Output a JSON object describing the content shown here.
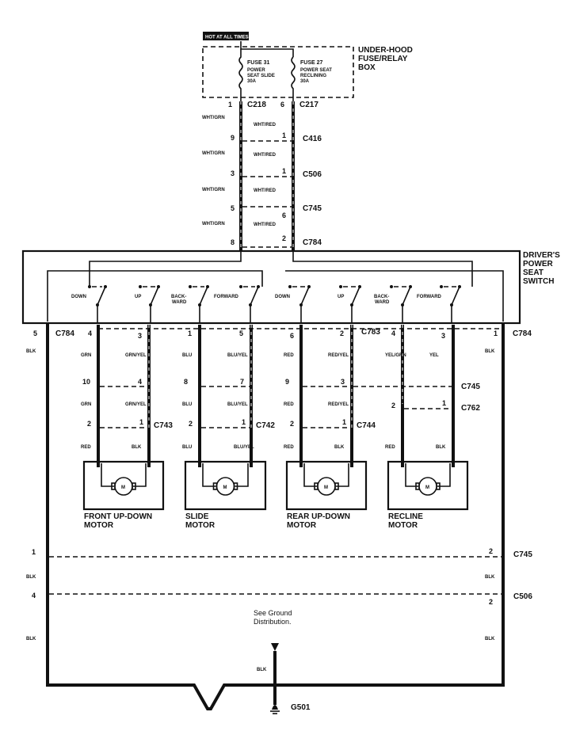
{
  "header": {
    "banner": "HOT AT ALL TIMES"
  },
  "fuse_box": {
    "label_lines": [
      "UNDER-HOOD",
      "FUSE/RELAY",
      "BOX"
    ],
    "fuses": [
      {
        "name": "FUSE 31",
        "desc_lines": [
          "POWER",
          "SEAT SLIDE",
          "30A"
        ]
      },
      {
        "name": "FUSE 27",
        "desc_lines": [
          "POWER SEAT",
          "RECLINING",
          "30A"
        ]
      }
    ]
  },
  "feed_wires": {
    "left_color": "WHT/GRN",
    "right_color": "WHT/RED",
    "connectors": [
      {
        "name": "C218",
        "left_pin": "1",
        "right_pin": "",
        "name2": "C217",
        "right_pin_alt": "6"
      },
      {
        "name": "C416",
        "left_pin": "9",
        "right_pin": "1"
      },
      {
        "name": "C506",
        "left_pin": "3",
        "right_pin": "1"
      },
      {
        "name": "C745",
        "left_pin": "5",
        "right_pin": "6"
      },
      {
        "name": "C784",
        "left_pin": "8",
        "right_pin": "2"
      }
    ]
  },
  "switch": {
    "label_lines": [
      "DRIVER'S",
      "POWER",
      "SEAT",
      "SWITCH"
    ],
    "positions": [
      "DOWN",
      "UP",
      "BACK-",
      "FORWARD",
      "DOWN",
      "UP",
      "BACK-",
      "FORWARD"
    ],
    "positions_line2": [
      "",
      "",
      "WARD",
      "",
      "",
      "",
      "WARD",
      ""
    ]
  },
  "switch_outputs": {
    "connector_left": "C784",
    "connector_mid": "C783",
    "connector_right": "C784",
    "pins": [
      "5",
      "4",
      "3",
      "1",
      "5",
      "6",
      "2",
      "4",
      "3",
      "1"
    ]
  },
  "motor_circuits": [
    {
      "motor": [
        "FRONT UP-DOWN",
        "MOTOR"
      ],
      "top_pins": [
        "4",
        "3"
      ],
      "wires_upper": [
        "GRN",
        "GRN/YEL"
      ],
      "c745_pins": [
        "10",
        "4"
      ],
      "wires_mid": [
        "GRN",
        "GRN/YEL"
      ],
      "lower_connector": "C743",
      "lower_pins": [
        "2",
        "1"
      ],
      "wires_lower": [
        "RED",
        "BLK"
      ]
    },
    {
      "motor": [
        "SLIDE",
        "MOTOR"
      ],
      "top_pins": [
        "1",
        "5"
      ],
      "wires_upper": [
        "BLU",
        "BLU/YEL"
      ],
      "c745_pins": [
        "8",
        "7"
      ],
      "wires_mid": [
        "BLU",
        "BLU/YEL"
      ],
      "lower_connector": "C742",
      "lower_pins": [
        "2",
        "1"
      ],
      "wires_lower": [
        "BLU",
        "BLU/YEL"
      ]
    },
    {
      "motor": [
        "REAR UP-DOWN",
        "MOTOR"
      ],
      "top_pins": [
        "6",
        "2"
      ],
      "wires_upper": [
        "RED",
        "RED/YEL"
      ],
      "c745_pins": [
        "9",
        "3"
      ],
      "wires_mid": [
        "RED",
        "RED/YEL"
      ],
      "lower_connector": "C744",
      "lower_pins": [
        "2",
        "1"
      ],
      "wires_lower": [
        "RED",
        "BLK"
      ]
    },
    {
      "motor": [
        "RECLINE",
        "MOTOR"
      ],
      "top_pins": [
        "4",
        "3"
      ],
      "wires_upper": [
        "YEL/GRN",
        "YEL"
      ],
      "lower_connector": "C762",
      "lower_pins": [
        "2",
        "1"
      ],
      "wires_lower": [
        "RED",
        "BLK"
      ]
    }
  ],
  "motor_symbol": "M",
  "mid_connector_label": "C745",
  "ground": {
    "left_wire": "BLK",
    "right_wire": "BLK",
    "c745": {
      "name": "C745",
      "left_pin": "1",
      "right_pin": "2"
    },
    "c506": {
      "name": "C506",
      "left_pin": "4",
      "right_pin": "2"
    },
    "note_lines": [
      "See Ground",
      "Distribution."
    ],
    "center_wire": "BLK",
    "ground_point": "G501"
  }
}
